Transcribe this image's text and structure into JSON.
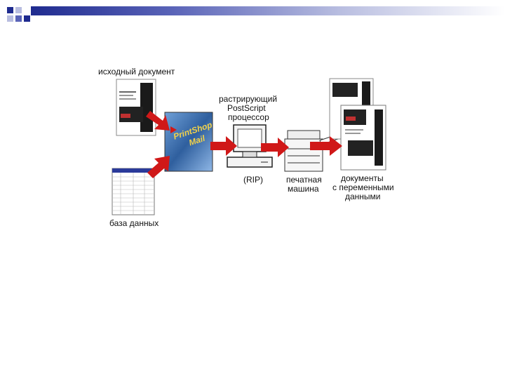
{
  "labels": {
    "source_doc": "исходный документ",
    "database": "база данных",
    "rip_title_1": "растрирующий",
    "rip_title_2": "PostScript",
    "rip_title_3": "процессор",
    "rip_abbr": "(RIP)",
    "press_1": "печатная",
    "press_2": "машина",
    "docs_1": "документы",
    "docs_2": "с переменными",
    "docs_3": "данными"
  },
  "software_box": {
    "line1": "PrintShop",
    "line2": "Mail"
  },
  "colors": {
    "arrow": "#d01818",
    "header_dark": "#1f2b8f",
    "box_blue": "#3b6fb0"
  }
}
